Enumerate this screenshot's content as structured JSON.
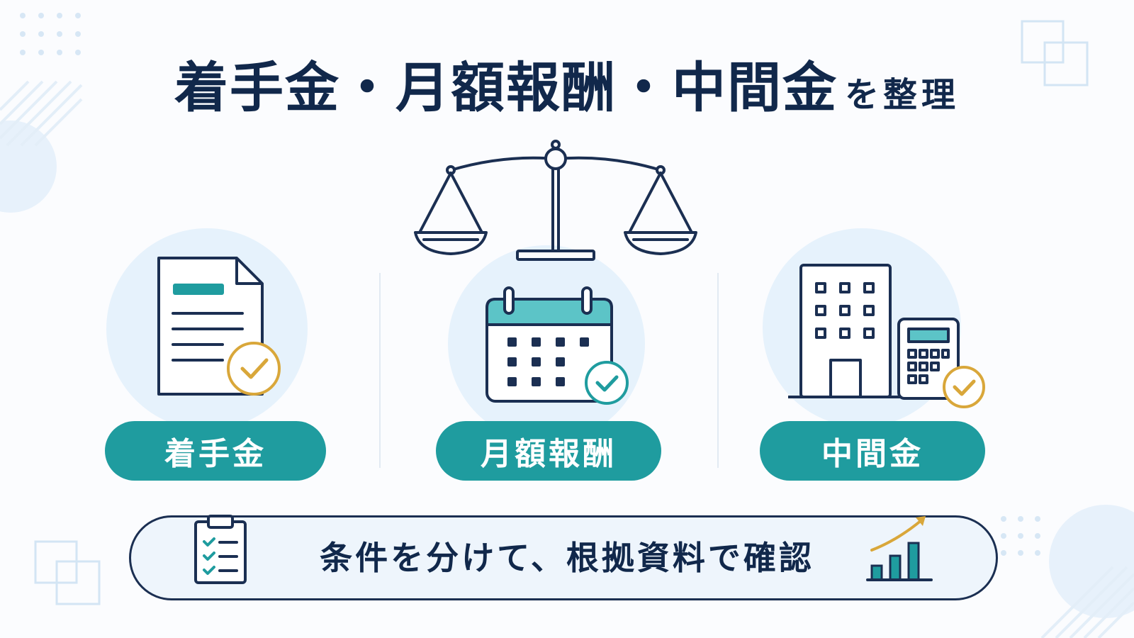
{
  "title": {
    "main": "着手金・月額報酬・中間金",
    "sub": "を整理"
  },
  "items": [
    {
      "label": "着手金",
      "icon": "document-check-icon"
    },
    {
      "label": "月額報酬",
      "icon": "calendar-check-icon"
    },
    {
      "label": "中間金",
      "icon": "building-calculator-icon"
    }
  ],
  "bottom": {
    "text": "条件を分けて、根拠資料で確認",
    "left_icon": "checklist-clipboard-icon",
    "right_icon": "bar-chart-growth-icon"
  },
  "center_icon": "scales-of-justice-icon",
  "colors": {
    "navy": "#1b2f52",
    "teal": "#1f9c9f",
    "gold": "#d9a73a",
    "light_blue": "#e6f2fc"
  }
}
